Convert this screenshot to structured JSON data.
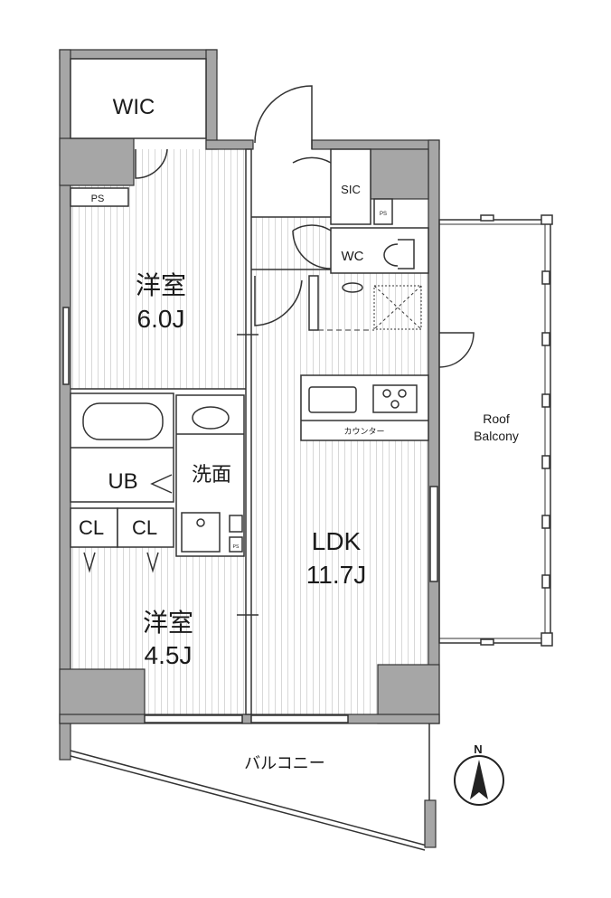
{
  "plan": {
    "rooms": {
      "wic": "WIC",
      "ps_top": "PS",
      "sic": "SIC",
      "ps_small": "PS",
      "wc": "WC",
      "bedroom1_name": "洋室",
      "bedroom1_size": "6.0J",
      "ub": "UB",
      "washroom": "洗面",
      "cl1": "CL",
      "cl2": "CL",
      "ps_wash": "PS",
      "bedroom2_name": "洋室",
      "bedroom2_size": "4.5J",
      "ldk_name": "LDK",
      "ldk_size": "11.7J",
      "counter": "カウンター",
      "roof_balcony_line1": "Roof",
      "roof_balcony_line2": "Balcony",
      "balcony": "バルコニー"
    },
    "compass": "N",
    "colors": {
      "wall": "#a6a6a6",
      "line": "#333333",
      "floor_stripe": "#d8d8d8"
    }
  }
}
